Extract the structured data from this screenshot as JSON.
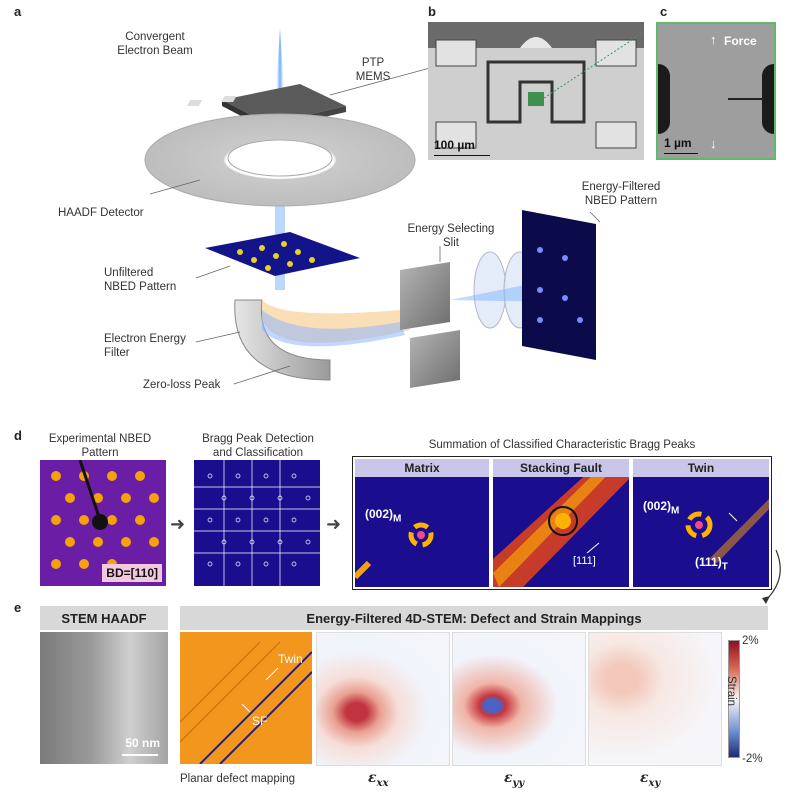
{
  "panels": {
    "a": {
      "letter": "a",
      "beam_label_1": "Convergent",
      "beam_label_2": "Electron Beam",
      "mems_label_1": "PTP",
      "mems_label_2": "MEMS",
      "haadf_label": "HAADF Detector",
      "unfiltered_label_1": "Unfiltered",
      "unfiltered_label_2": "NBED Pattern",
      "filter_label_1": "Electron Energy",
      "filter_label_2": "Filter",
      "zlp_label": "Zero-loss Peak",
      "slit_label_1": "Energy Selecting",
      "slit_label_2": "Slit",
      "filtered_label_1": "Energy-Filtered",
      "filtered_label_2": "NBED Pattern"
    },
    "b": {
      "letter": "b",
      "scale": "100 µm"
    },
    "c": {
      "letter": "c",
      "force": "Force",
      "scale": "1 µm"
    },
    "d": {
      "letter": "d",
      "exp_title_1": "Experimental NBED",
      "exp_title_2": "Pattern",
      "bd_label": "BD=[110]",
      "bragg_title_1": "Bragg Peak Detection",
      "bragg_title_2": "and Classification",
      "sum_title": "Summation of Classified Characteristic Bragg Peaks",
      "matrix": "Matrix",
      "matrix_peak": "(002)",
      "matrix_sub": "M",
      "sf": "Stacking Fault",
      "sf_dir": "[111]",
      "twin": "Twin",
      "twin_peak_m": "(002)",
      "twin_peak_m_sub": "M",
      "twin_peak_t": "(111)",
      "twin_peak_t_sub": "T"
    },
    "e": {
      "letter": "e",
      "stem_title": "STEM HAADF",
      "stem_scale": "50 nm",
      "ef_title": "Energy-Filtered 4D-STEM: Defect and Strain Mappings",
      "twin_label": "Twin",
      "sf_label": "SF",
      "planar_caption": "Planar defect mapping",
      "eps_symbol": "ε",
      "exx_sub": "xx",
      "eyy_sub": "yy",
      "exy_sub": "xy",
      "cbar_max": "2%",
      "cbar_min": "-2%",
      "cbar_title": "Strain"
    }
  },
  "colors": {
    "matrix_header": "#c9c6ea",
    "strain_pos": "#b2182b",
    "strain_neg": "#2c3e94",
    "plasma_bg": "#2a0a8c",
    "plasma_hot": "#ffb400",
    "planar_orange": "#f2961e"
  }
}
